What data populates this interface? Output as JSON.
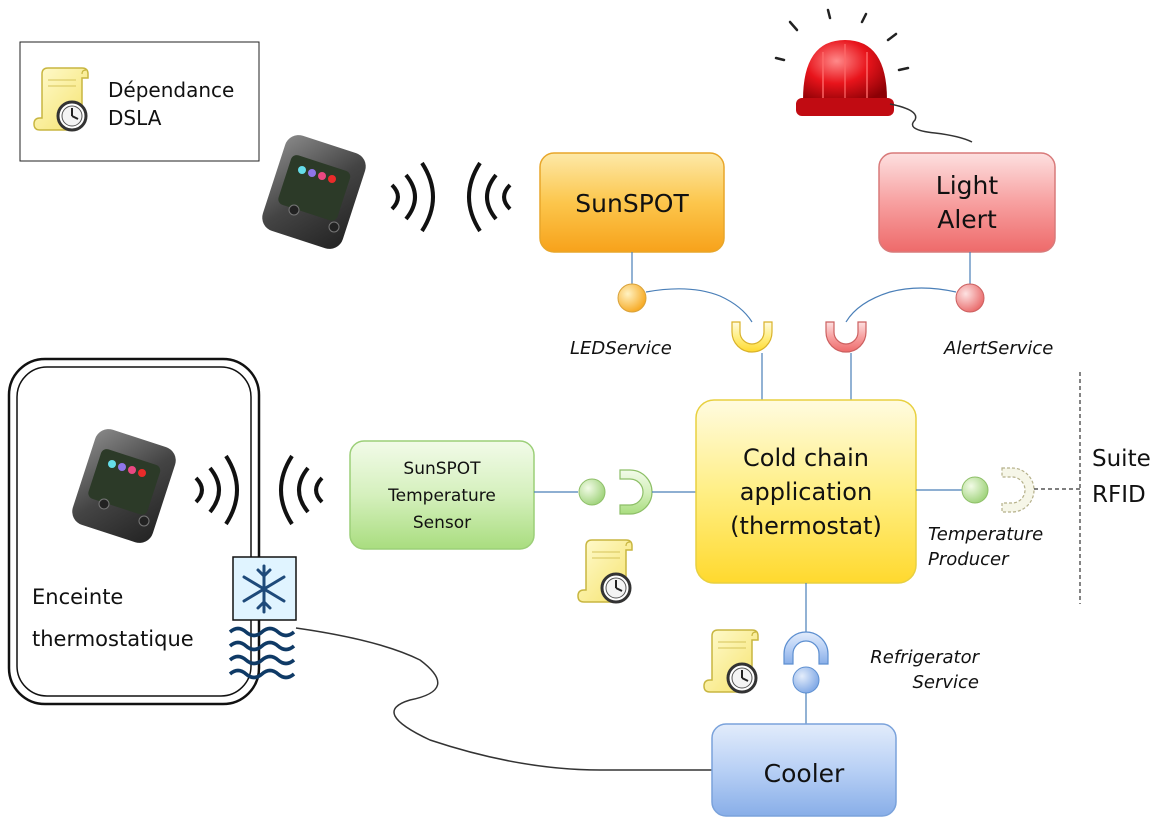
{
  "legend": {
    "line1": "Dépendance",
    "line2": "DSLA"
  },
  "nodes": {
    "sunspot": "SunSPOT",
    "light_alert": [
      "Light",
      "Alert"
    ],
    "temp_sensor": [
      "SunSPOT",
      "Temperature",
      "Sensor"
    ],
    "cold_chain": [
      "Cold chain",
      "application",
      "(thermostat)"
    ],
    "cooler": "Cooler"
  },
  "services": {
    "led": "LEDService",
    "alert": "AlertService",
    "temperature": [
      "Temperature",
      "Producer"
    ],
    "refrigerator": [
      "Refrigerator",
      "Service"
    ]
  },
  "suite": [
    "Suite",
    "RFID"
  ],
  "enclosure": [
    "Enceinte",
    "thermostatique"
  ],
  "colors": {
    "sunspot": "#fcc64c",
    "light_alert": "#f7a0a0",
    "temp_sensor": "#c9edaa",
    "cold_chain": "#ffee80",
    "cooler": "#a9c6f5",
    "connector": "#4a7fb8",
    "alarm_red": "#e8141b"
  }
}
